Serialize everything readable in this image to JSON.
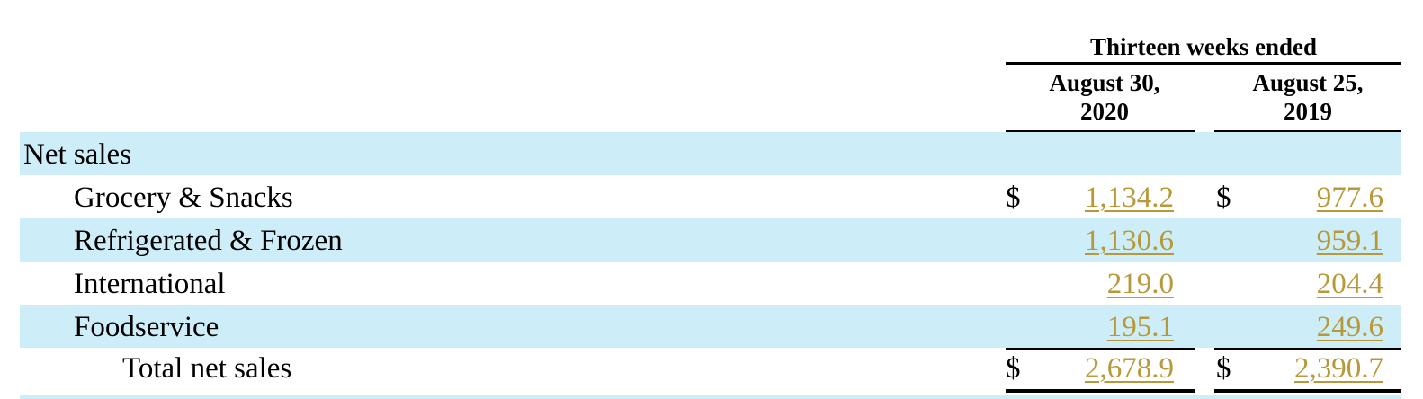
{
  "header": {
    "period": "Thirteen weeks ended",
    "col1": [
      "August 30,",
      "2020"
    ],
    "col2": [
      "August 25,",
      "2019"
    ]
  },
  "section": "Net sales",
  "rows": [
    {
      "label": "Grocery & Snacks",
      "dollar1": "$",
      "v1": "1,134.2",
      "dollar2": "$",
      "v2": "977.6"
    },
    {
      "label": "Refrigerated & Frozen",
      "v1": "1,130.6",
      "v2": "959.1"
    },
    {
      "label": "International",
      "v1": "219.0",
      "v2": "204.4"
    },
    {
      "label": "Foodservice",
      "v1": "195.1",
      "v2": "249.6"
    }
  ],
  "total": {
    "label": "Total net sales",
    "dollar1": "$",
    "v1": "2,678.9",
    "dollar2": "$",
    "v2": "2,390.7"
  },
  "colors": {
    "stripe": "#cdeef9",
    "link": "#b8993a"
  }
}
